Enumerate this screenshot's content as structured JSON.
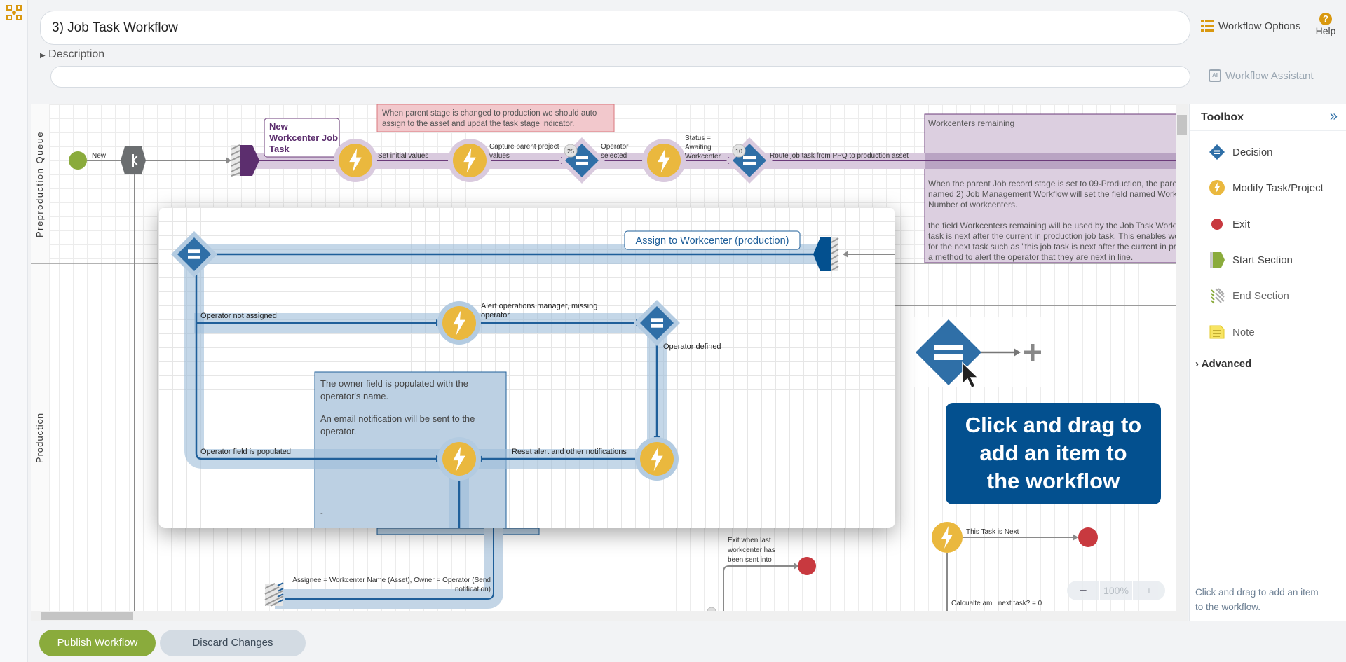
{
  "header": {
    "logo_icon": "workflow-logo-icon",
    "title": "3) Job Task Workflow",
    "workflow_options": "Workflow Options",
    "help": "Help",
    "description_label": "Description",
    "description_value": "",
    "workflow_assistant": "Workflow Assistant"
  },
  "lanes": [
    "Preproduction Queue",
    "Production"
  ],
  "flow": {
    "start_label": "New",
    "section_label": [
      "New",
      "Workcenter Job",
      "Task"
    ],
    "set_initial_values": "Set initial values",
    "capture_parent": [
      "Capture parent project",
      "values"
    ],
    "badge_1": "25",
    "operator_selected": [
      "Operator",
      "selected"
    ],
    "status_awaiting": [
      "Status =",
      "Awaiting",
      "Workcenter"
    ],
    "badge_2": "10",
    "route_label": "Route job task from PPQ to production asset",
    "note_pink": [
      "When parent stage is changed to production we should auto",
      "assign to the asset and updat the task stage indicator."
    ],
    "note_purple": {
      "title": "Workcenters remaining",
      "lines": [
        "When the parent Job record stage is set to 09-Production, the pare",
        "named 2) Job Management Workflow will set the field named Work",
        "Number of workcenters.",
        "",
        "the field Workcenters remaining will be used by the Job Task Workf",
        "task is next after the current in production job task. This enables wo",
        "for the next task such as \"this job task is next after the current in pr",
        "a method to alert the operator that they are next in line."
      ]
    },
    "assignee_label": [
      "Assignee = Workcenter Name (Asset), Owner = Operator (Send",
      "notification)"
    ],
    "exit_label": [
      "Exit when last",
      "workcenter has",
      "been sent into"
    ],
    "this_task_next": "This Task is Next",
    "calculate_next": "Calcualte am I next task? = 0"
  },
  "overlay": {
    "section_title": "Assign to Workcenter (production)",
    "operator_not_assigned": "Operator not assigned",
    "alert_manager": [
      "Alert operations manager, missing",
      "operator"
    ],
    "operator_defined": "Operator defined",
    "operator_field_populated": "Operator field is populated",
    "reset_alert": "Reset alert and other notifications",
    "note": [
      "The owner field is populated with the",
      "operator's name.",
      "An email notification will be sent to the",
      "operator.",
      "-"
    ]
  },
  "tooltip": [
    "Click and drag to",
    "add an item to",
    "the workflow"
  ],
  "zoom": {
    "minus": "−",
    "level": "100%",
    "plus": "+"
  },
  "toolbox": {
    "title": "Toolbox",
    "collapse_icon": "»",
    "items": [
      {
        "label": "Decision",
        "icon": "decision-icon"
      },
      {
        "label": "Modify Task/Project",
        "icon": "lightning-icon"
      },
      {
        "label": "Exit",
        "icon": "exit-icon"
      },
      {
        "label": "Start Section",
        "icon": "start-section-icon"
      },
      {
        "label": "End Section",
        "icon": "end-section-icon"
      },
      {
        "label": "Note",
        "icon": "note-icon"
      }
    ],
    "advanced": "Advanced",
    "hint": [
      "Click and drag to add an item",
      "to the workflow."
    ]
  },
  "footer": {
    "publish": "Publish Workflow",
    "discard": "Discard Changes"
  },
  "colors": {
    "accent": "#d9980f",
    "decision": "#2f6fa7",
    "modify": "#eab83e",
    "exit": "#c8393f",
    "start": "#8aab3c",
    "section_purple": "#5c2e6e",
    "section_blue": "#1f5f9a",
    "publish": "#8aab3c",
    "tooltip": "#03508f"
  }
}
